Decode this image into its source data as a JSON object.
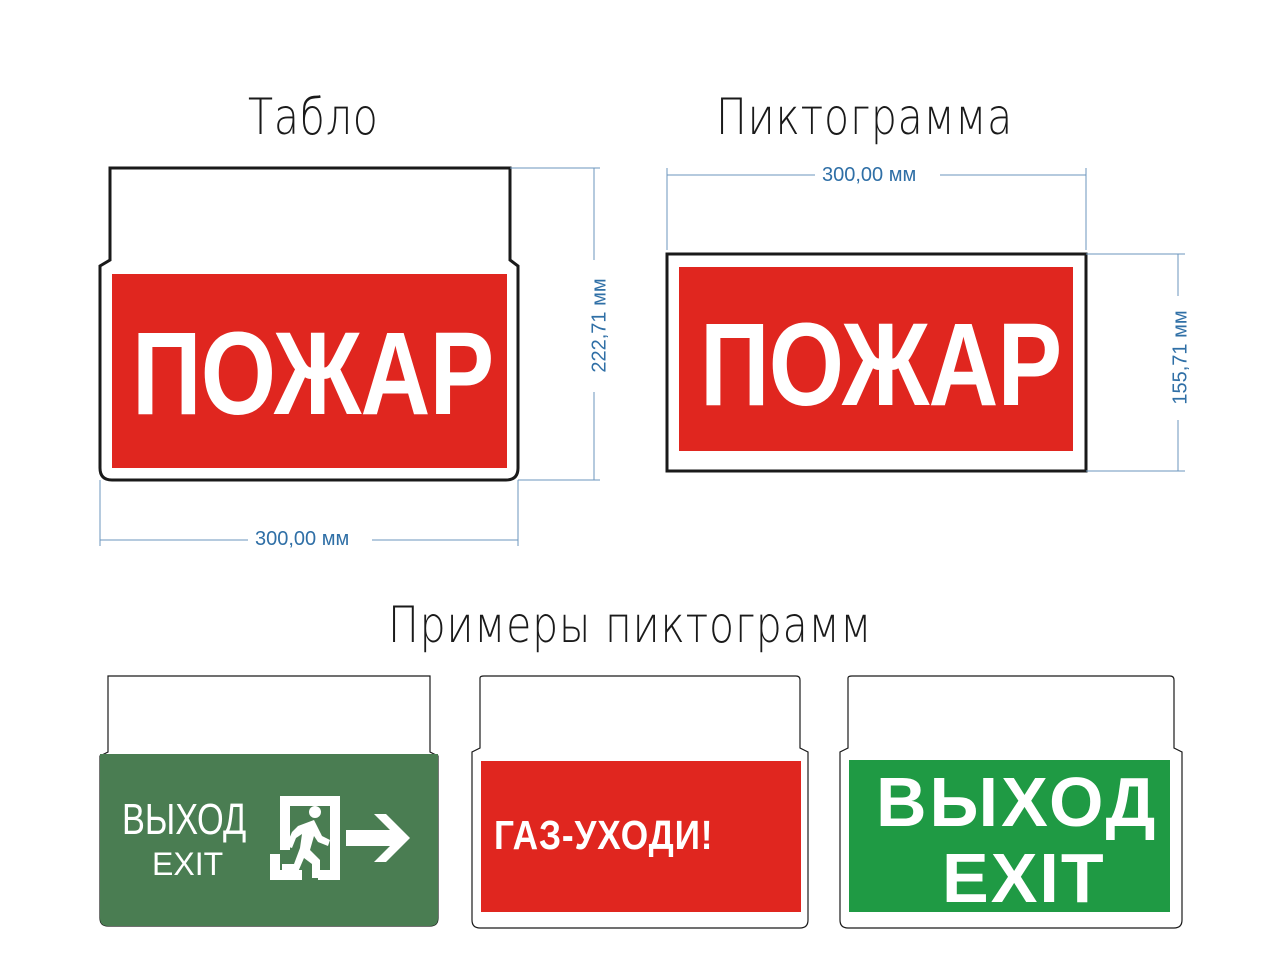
{
  "titles": {
    "tablo": "Табло",
    "pictogram": "Пиктограмма",
    "examples": "Примеры пиктограмм"
  },
  "tablo": {
    "text": "ПОЖАР",
    "height_label": "222,71 мм",
    "width_label": "300,00 мм"
  },
  "pictogram": {
    "text": "ПОЖАР",
    "width_label": "300,00 мм",
    "height_label": "155,71 мм"
  },
  "examples": [
    {
      "line1": "ВЫХОД",
      "line2": "EXIT",
      "icon": "running-man-exit-icon",
      "arrow": "arrow-right-icon"
    },
    {
      "text": "ГАЗ-УХОДИ!"
    },
    {
      "line1": "ВЫХОД",
      "line2": "EXIT"
    }
  ],
  "colors": {
    "red": "#e0261f",
    "dark_green": "#4a7d52",
    "green": "#1f9a44",
    "dimension_blue": "#2f6fa6",
    "outline": "#1a1a1a"
  }
}
